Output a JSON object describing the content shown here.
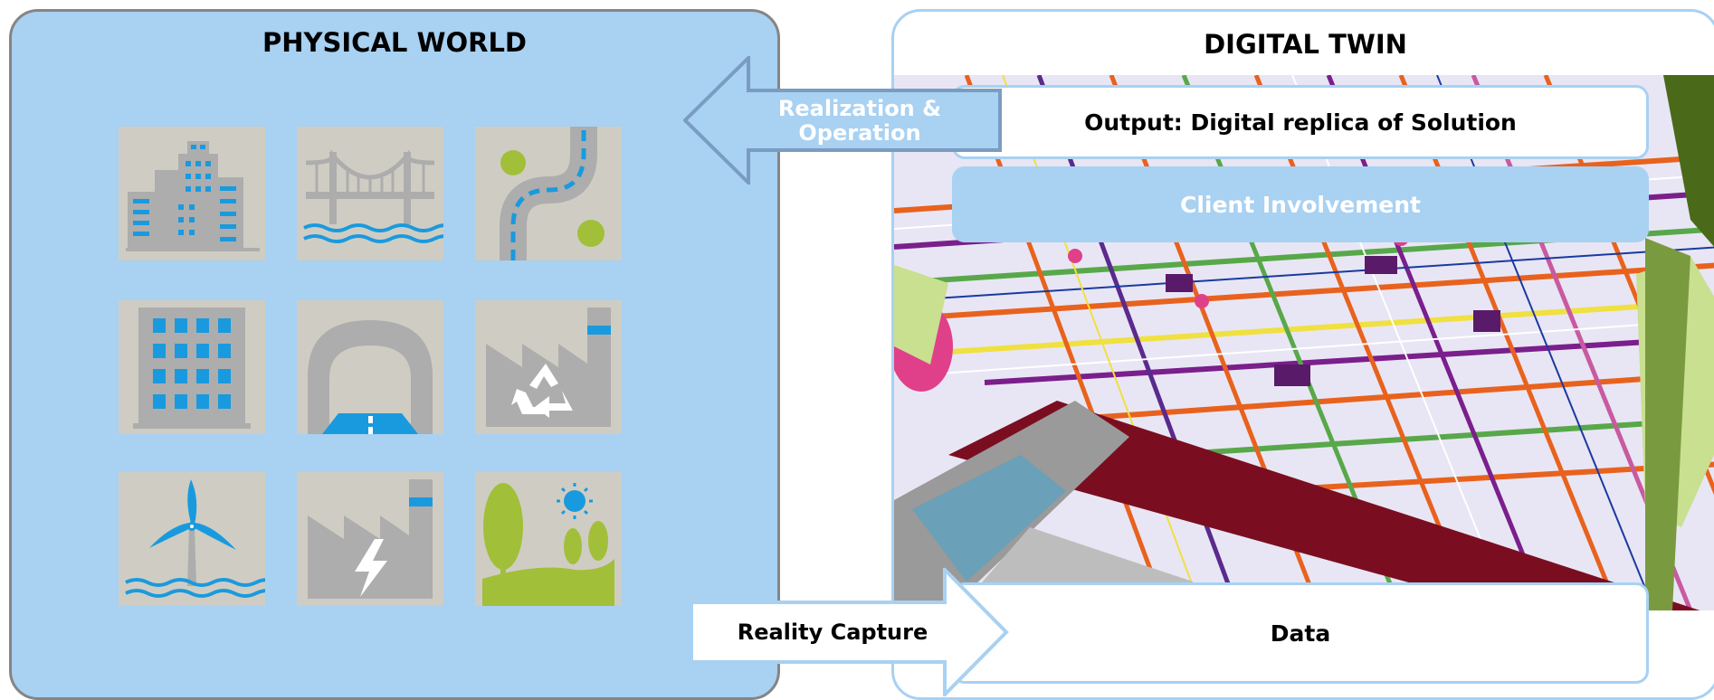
{
  "physical_world": {
    "title": "PHYSICAL WORLD",
    "tiles": [
      "city-buildings-icon",
      "bridge-icon",
      "road-icon",
      "office-building-icon",
      "tunnel-icon",
      "recycling-factory-icon",
      "wind-turbine-icon",
      "power-plant-icon",
      "landscape-icon"
    ]
  },
  "digital_twin": {
    "title": "DIGITAL TWIN",
    "output_label": "Output: Digital replica of Solution",
    "client_label": "Client Involvement",
    "data_label": "Data"
  },
  "arrows": {
    "realization": "Realization & Operation",
    "reality_capture": "Reality Capture"
  },
  "colors": {
    "panel_blue": "#a8d1f2",
    "icon_blue": "#1a9ade",
    "icon_green": "#a2bf3a",
    "icon_gray": "#adadad",
    "tile_bg": "#cfcdc3"
  }
}
